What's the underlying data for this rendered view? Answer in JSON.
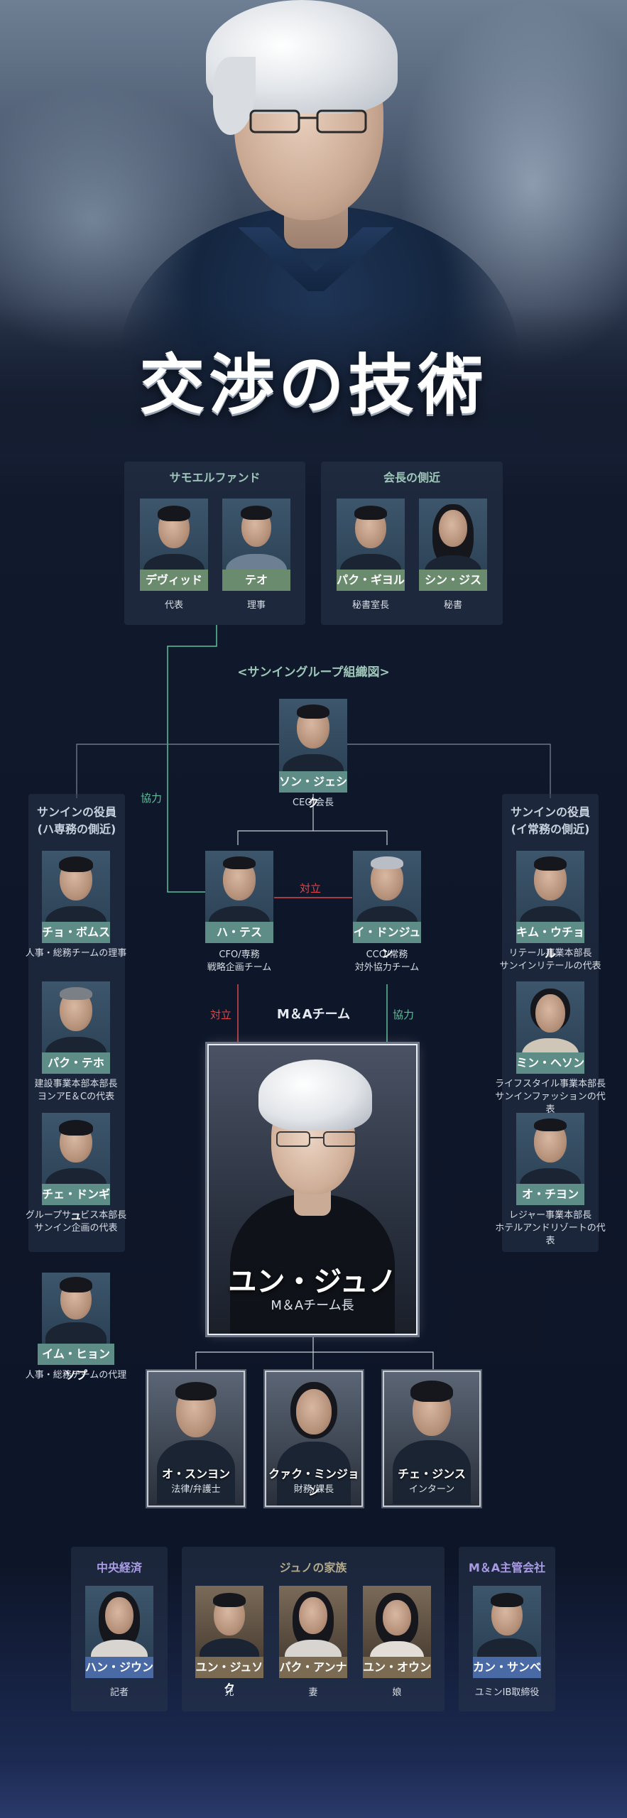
{
  "title": "交渉の技術",
  "samuel_fund": {
    "title": "サモエルファンド",
    "members": [
      {
        "name": "デヴィッド",
        "role": "代表"
      },
      {
        "name": "テオ",
        "role": "理事"
      }
    ]
  },
  "chairman_aides": {
    "title": "会長の側近",
    "members": [
      {
        "name": "パク・ギヨル",
        "role": "秘書室長"
      },
      {
        "name": "シン・ジス",
        "role": "秘書"
      }
    ]
  },
  "org_chart_title": "<サンイングループ組織図>",
  "ceo": {
    "name": "ソン・ジェシク",
    "role": "CEO/会長"
  },
  "left_group": {
    "title_line1": "サンインの役員",
    "title_line2": "(ハ専務の側近)",
    "members": [
      {
        "name": "チョ・ボムス",
        "role_line1": "人事・総務チームの理事",
        "role_line2": ""
      },
      {
        "name": "パク・テホ",
        "role_line1": "建設事業本部本部長",
        "role_line2": "ヨンアE＆Cの代表"
      },
      {
        "name": "チェ・ドンギュ",
        "role_line1": "グループサービス本部長",
        "role_line2": "サンイン企画の代表"
      }
    ]
  },
  "left_extra": {
    "name": "イム・ヒョンソプ",
    "role": "人事・総務チームの代理"
  },
  "right_group": {
    "title_line1": "サンインの役員",
    "title_line2": "(イ常務の側近)",
    "members": [
      {
        "name": "キム・ウチョル",
        "role_line1": "リテール事業本部長",
        "role_line2": "サンインリテールの代表"
      },
      {
        "name": "ミン・ヘソン",
        "role_line1": "ライフスタイル事業本部長",
        "role_line2": "サンインファッションの代表"
      },
      {
        "name": "オ・チヨン",
        "role_line1": "レジャー事業本部長",
        "role_line2": "ホテルアンドリゾートの代表"
      }
    ]
  },
  "ha": {
    "name": "ハ・テス",
    "role_line1": "CFO/専務",
    "role_line2": "戦略企画チーム"
  },
  "lee": {
    "name": "イ・ドンジュン",
    "role_line1": "CCO/常務",
    "role_line2": "対外協力チーム"
  },
  "labels": {
    "cooperation_1": "協力",
    "opposition_1": "対立",
    "opposition_2": "対立",
    "cooperation_2": "協力",
    "ma_team": "M＆Aチーム"
  },
  "protagonist": {
    "name": "ユン・ジュノ",
    "role": "M＆Aチーム長"
  },
  "team": [
    {
      "name": "オ・スンヨン",
      "role": "法律/弁護士"
    },
    {
      "name": "クァク・ミンジョン",
      "role": "財務/課長"
    },
    {
      "name": "チェ・ジンス",
      "role": "インターン"
    }
  ],
  "central_economy": {
    "title": "中央経済",
    "members": [
      {
        "name": "ハン・ジウン",
        "role": "記者"
      }
    ]
  },
  "family": {
    "title": "ジュノの家族",
    "members": [
      {
        "name": "ユン・ジュソク",
        "role": "兄"
      },
      {
        "name": "パク・アンナ",
        "role": "妻"
      },
      {
        "name": "ユン・オウン",
        "role": "娘"
      }
    ]
  },
  "ma_company": {
    "title": "M＆A主管会社",
    "members": [
      {
        "name": "カン・サンベ",
        "role": "ユミンIB取締役"
      }
    ]
  },
  "colors": {
    "nameplate_teal": "#5e8d88",
    "nameplate_green": "#6a8b6d",
    "nameplate_blue": "#4a6aa6",
    "opposition": "#d9494c",
    "cooperation": "#5fbf9c"
  }
}
